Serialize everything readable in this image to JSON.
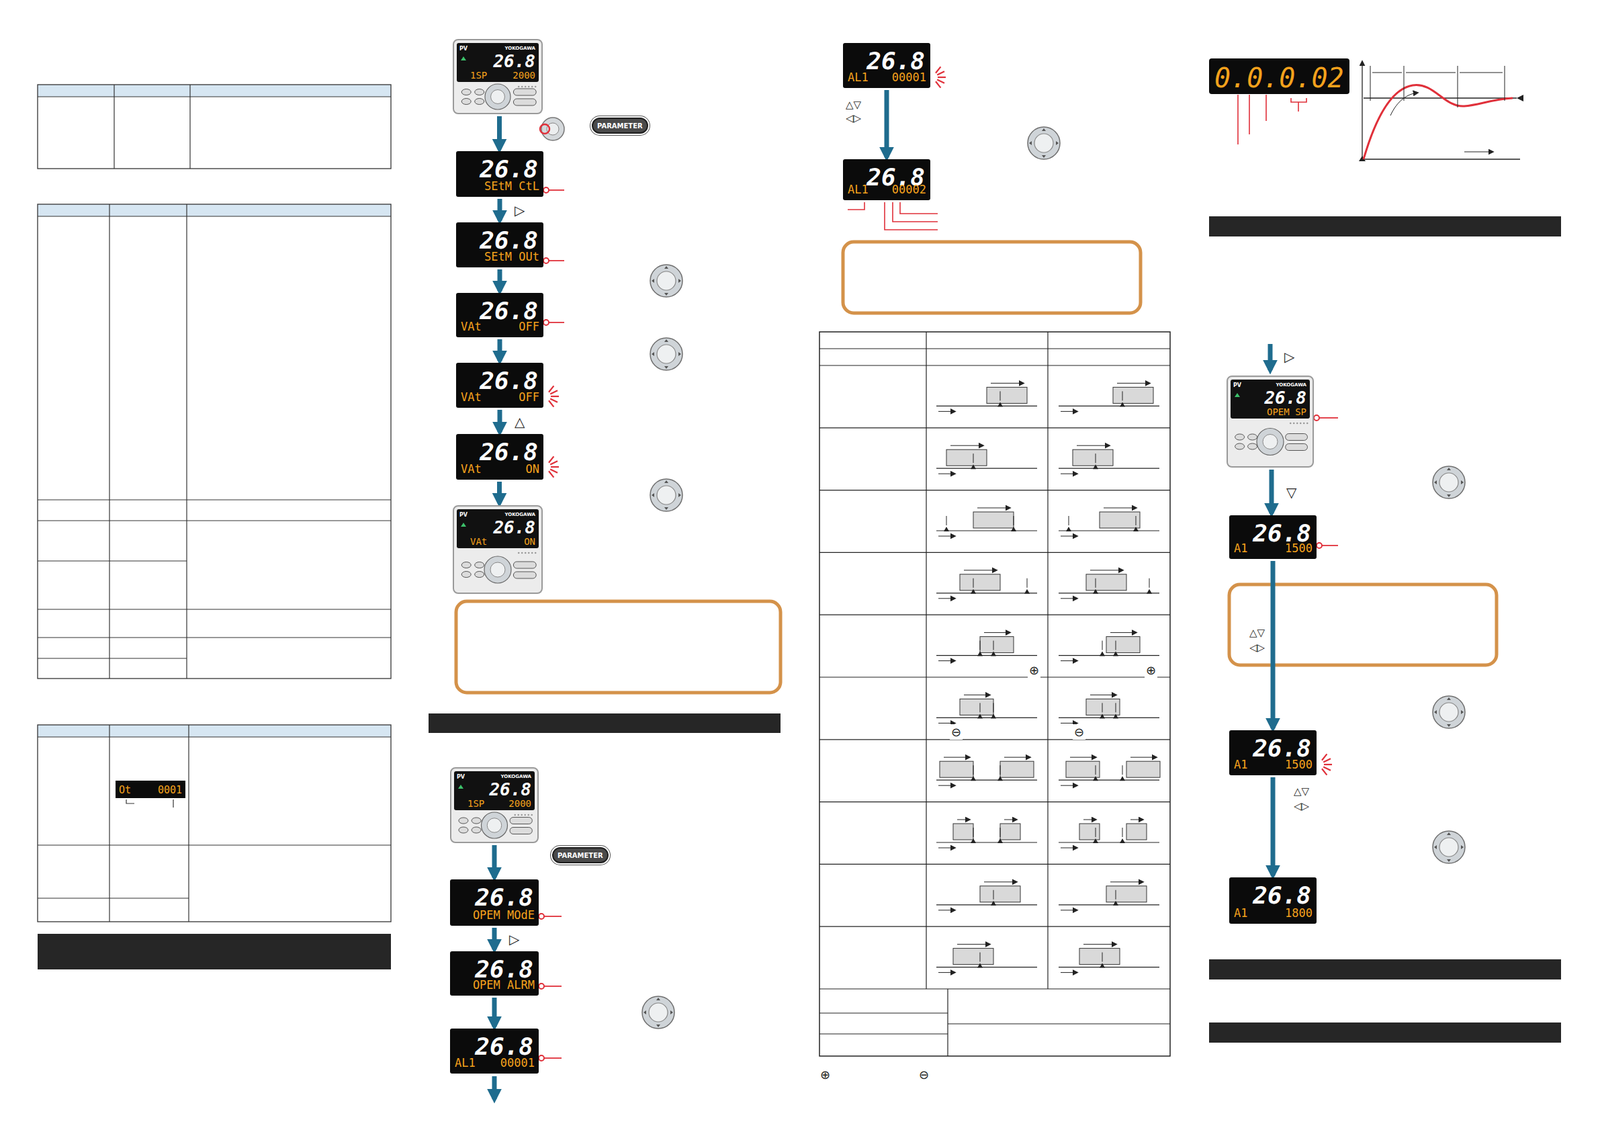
{
  "diagram": {
    "nodes": [
      {
        "text": [
          "Ot",
          "0001"
        ]
      },
      {
        "text": [
          "PV",
          "YOKOGAWA",
          "26.8",
          "1SP",
          "2000"
        ]
      },
      {
        "text": [
          "PARAMETER"
        ]
      },
      {
        "text": [
          "26.8",
          "SEtM CtL"
        ]
      },
      {
        "text": [
          "26.8",
          "SEtM OUt"
        ]
      },
      {
        "text": [
          "26.8",
          "VAt",
          "OFF"
        ]
      },
      {
        "text": [
          "26.8",
          "VAt",
          "OFF"
        ]
      },
      {
        "text": [
          "26.8",
          "VAt",
          "ON"
        ]
      },
      {
        "text": [
          "PV",
          "YOKOGAWA",
          "26.8",
          "VAt",
          "ON"
        ]
      },
      {
        "text": [
          "PV",
          "YOKOGAWA",
          "26.8",
          "1SP",
          "2000"
        ]
      },
      {
        "text": [
          "PARAMETER"
        ]
      },
      {
        "text": [
          "26.8",
          "OPEM MOdE"
        ]
      },
      {
        "text": [
          "26.8",
          "OPEM ALRM"
        ]
      },
      {
        "text": [
          "26.8",
          "AL1",
          "00001"
        ]
      },
      {
        "text": [
          "26.8",
          "AL1",
          "00001"
        ]
      },
      {
        "text": [
          "26.8",
          "AL1",
          "00002"
        ]
      },
      {
        "text": [
          "0.0.0.02"
        ]
      },
      {
        "text": [
          "PV",
          "YOKOGAWA",
          "26.8",
          "OPEM SP"
        ]
      },
      {
        "text": [
          "26.8",
          "A1",
          "1500"
        ]
      },
      {
        "text": [
          "26.8",
          "A1",
          "1500"
        ]
      },
      {
        "text": [
          "26.8",
          "A1",
          "1800"
        ]
      }
    ],
    "edges": [
      {
        "from": 1,
        "to": 3,
        "arrow": "to"
      },
      {
        "from": 3,
        "to": 4,
        "arrow": "to",
        "label": "▷"
      },
      {
        "from": 4,
        "to": 5,
        "arrow": "to"
      },
      {
        "from": 5,
        "to": 6,
        "arrow": "to"
      },
      {
        "from": 6,
        "to": 7,
        "arrow": "to",
        "label": "△"
      },
      {
        "from": 7,
        "to": 8,
        "arrow": "to"
      },
      {
        "from": 9,
        "to": 11,
        "arrow": "to"
      },
      {
        "from": 11,
        "to": 12,
        "arrow": "to",
        "label": "▷"
      },
      {
        "from": 12,
        "to": 13,
        "arrow": "to"
      },
      {
        "from": 14,
        "to": 15,
        "arrow": "to"
      },
      {
        "from": 17,
        "to": 18,
        "arrow": "to",
        "label": "▽"
      },
      {
        "from": 18,
        "to": 19,
        "arrow": "to"
      },
      {
        "from": 19,
        "to": 20,
        "arrow": "to"
      }
    ],
    "labels": [
      "△▽",
      "◁▷",
      "⊕",
      "⊕",
      "⊖",
      "⊖",
      "⊕",
      "⊖",
      "▷",
      "△▽",
      "◁▷",
      "△▽",
      "◁▷"
    ]
  }
}
